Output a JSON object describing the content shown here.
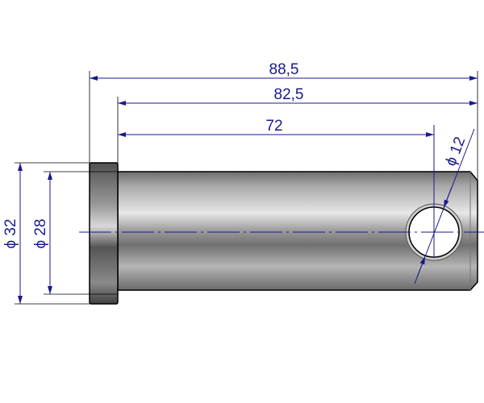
{
  "drawing": {
    "dimensions": {
      "overall_length": "88,5",
      "shaft_length": "82,5",
      "hole_position": "72",
      "hole_diameter": "ϕ 12",
      "collar_diameter": "ϕ 32",
      "shaft_diameter": "ϕ 28"
    },
    "colors": {
      "dimension_line": "#1a1a8c",
      "outline": "#000000",
      "steel_light": "#e6e6e6",
      "steel_dark": "#5a5a5a"
    }
  }
}
